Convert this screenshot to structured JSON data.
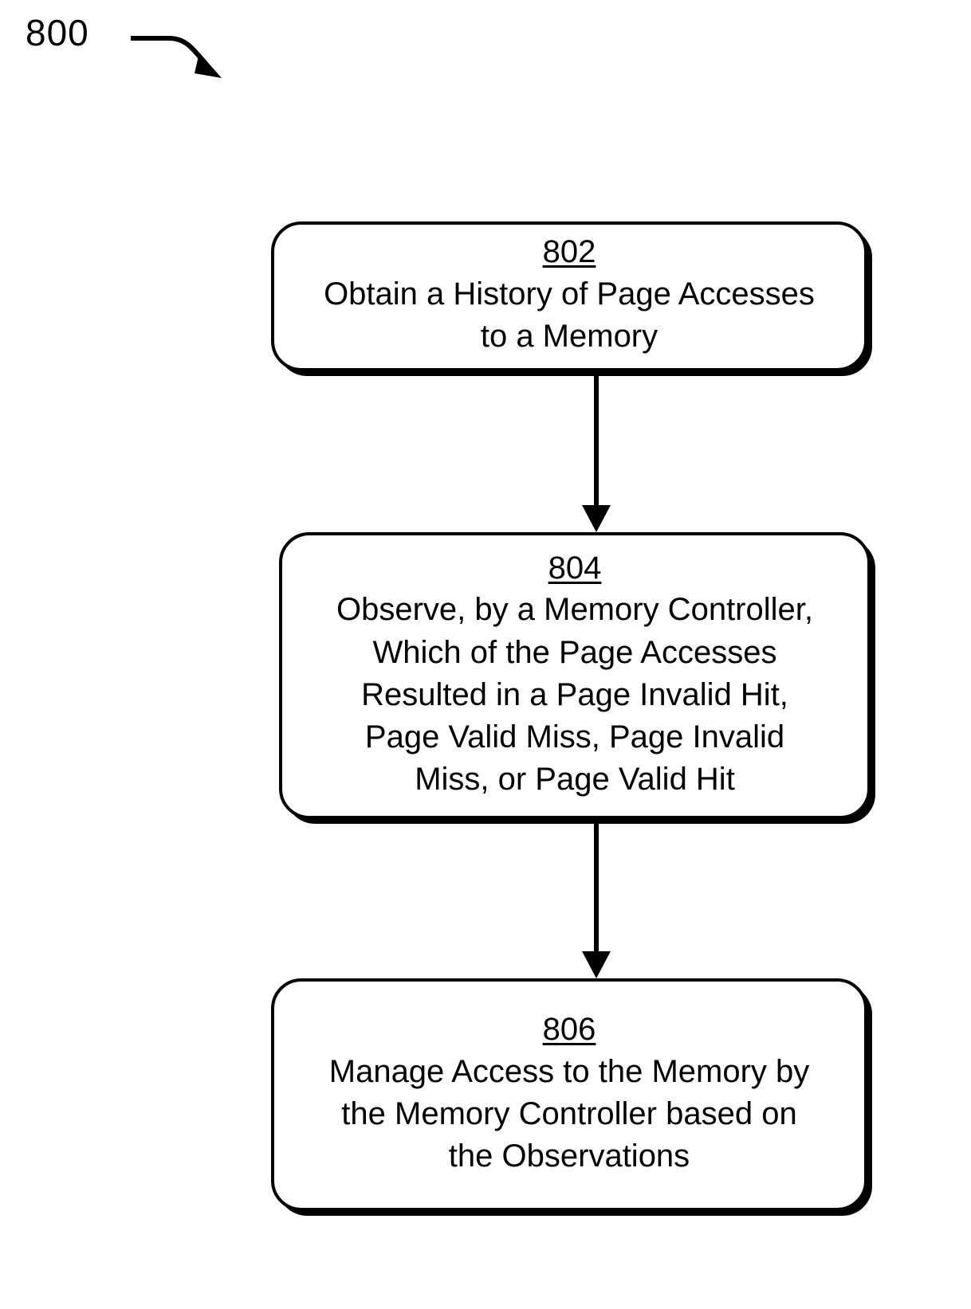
{
  "figure": {
    "reference_numeral": "800",
    "lead_arrow_icon": "curved-arrow-icon"
  },
  "flowchart": {
    "type": "vertical-process-flow",
    "steps": [
      {
        "id": "802",
        "number": "802",
        "text": "Obtain a History of Page Accesses\nto a Memory"
      },
      {
        "id": "804",
        "number": "804",
        "text": "Observe, by a Memory Controller,\nWhich of the Page Accesses\nResulted in a Page Invalid Hit,\nPage Valid Miss, Page Invalid\nMiss, or Page Valid Hit"
      },
      {
        "id": "806",
        "number": "806",
        "text": "Manage Access to the Memory by\nthe Memory Controller based on\nthe Observations"
      }
    ],
    "connectors": [
      {
        "from": "802",
        "to": "804",
        "icon": "down-arrow-icon"
      },
      {
        "from": "804",
        "to": "806",
        "icon": "down-arrow-icon"
      }
    ],
    "colors": {
      "stroke": "#000000",
      "fill": "#ffffff"
    }
  }
}
